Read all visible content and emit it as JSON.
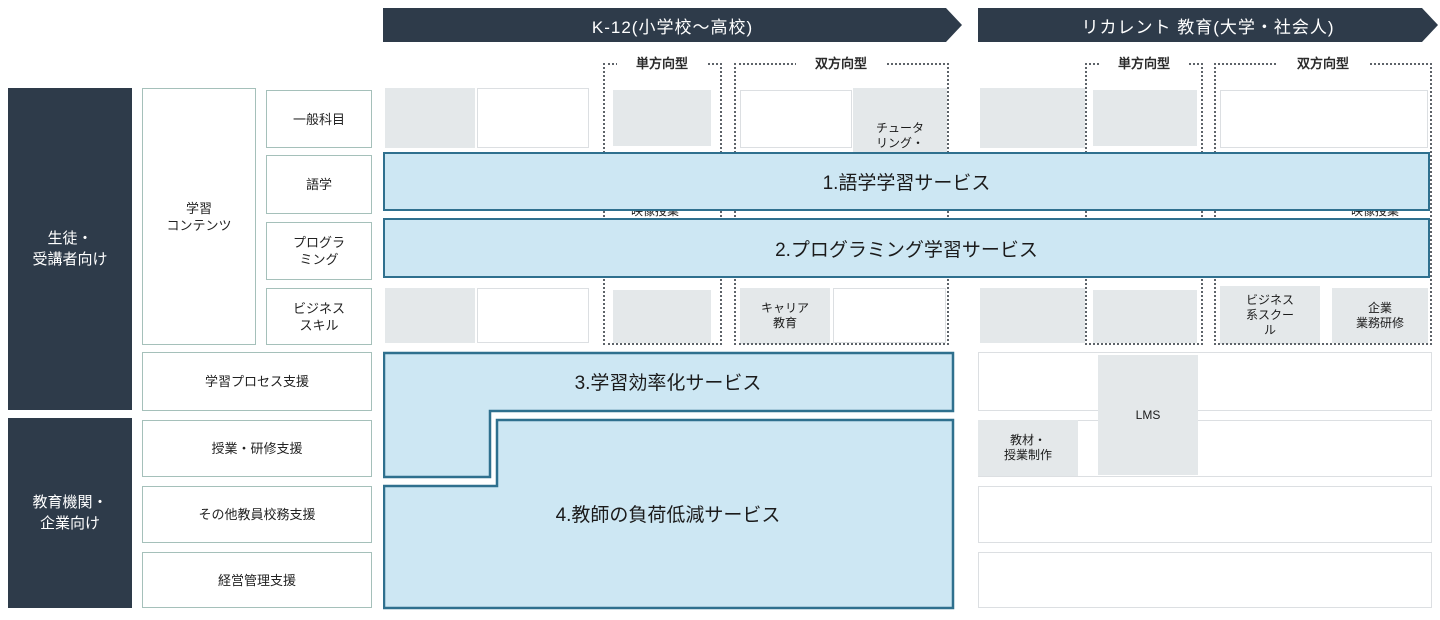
{
  "headers": {
    "k12": "K-12(小学校〜高校)",
    "recurrent": "リカレント 教育(大学・社会人)"
  },
  "delivery_types": {
    "one_way": "単方向型",
    "two_way": "双方向型"
  },
  "audiences": {
    "students": "生徒・\n受講者向け",
    "institutions": "教育機関・\n企業向け"
  },
  "categories": {
    "learning_content": "学習\nコンテンツ",
    "subcategories": {
      "general": "一般科目",
      "language": "語学",
      "programming": "プログラ\nミング",
      "business_skill": "ビジネス\nスキル"
    },
    "rows": {
      "learning_process": "学習プロセス支援",
      "class_training": "授業・研修支援",
      "other_school_affairs": "その他教員校務支援",
      "management": "経営管理支援"
    }
  },
  "services": {
    "s1": "1.語学学習サービス",
    "s2": "2.プログラミング学習サービス",
    "s3": "3.学習効率化サービス",
    "s4": "4.教師の負荷低減サービス"
  },
  "cells": {
    "tutoring": "チュータ\nリング・",
    "career": "キャリア\n教育",
    "business_school": "ビジネス\n系スクー\nル",
    "corporate_training": "企業\n業務研修",
    "materials": "教材・\n授業制作",
    "lms": "LMS",
    "covered_left": "映像授業",
    "covered_right": "映像授業"
  },
  "colors": {
    "navy": "#2e3b4a",
    "bar_fill": "#cde7f3",
    "bar_border": "#2f708e",
    "gray_cell": "#e4e8ea"
  }
}
